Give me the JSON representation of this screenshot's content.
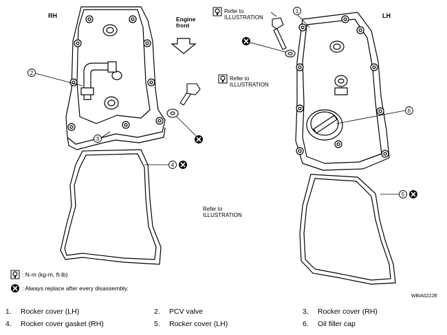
{
  "labels": {
    "rh": "RH",
    "lh": "LH",
    "engine_front": "Engine\nfront",
    "refer_top_left": "Refer to\nILLUSTRATION",
    "refer_mid": "Refer to\nILLUSTRATION",
    "refer_center": "Refer to\nILLUSTRATION",
    "figure_code": "WBIA0222E"
  },
  "callouts": [
    "1",
    "2",
    "3",
    "4",
    "5",
    "6"
  ],
  "legend": [
    {
      "icon": "torque-wrench-icon",
      "text": ": N·m (kg-m, ft-lb)"
    },
    {
      "icon": "replace-x-icon",
      "text": ": Always replace after every disassembly."
    }
  ],
  "parts": [
    {
      "num": "1.",
      "name": "Rocker cover (LH)"
    },
    {
      "num": "2.",
      "name": "PCV valve"
    },
    {
      "num": "3.",
      "name": "Rocker cover (RH)"
    },
    {
      "num": "4.",
      "name": "Rocker cover gasket (RH)"
    },
    {
      "num": "5.",
      "name": "Rocker cover (LH)"
    },
    {
      "num": "6.",
      "name": "Oil filler cap"
    }
  ]
}
